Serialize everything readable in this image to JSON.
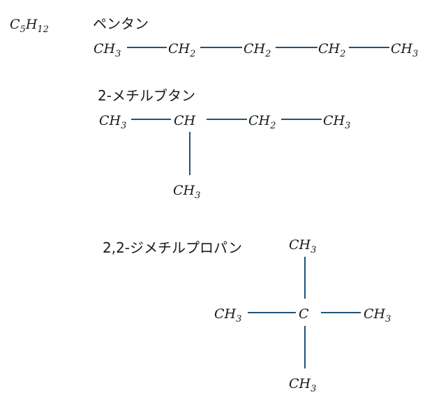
{
  "molecular_formula": {
    "base": [
      "C",
      "H"
    ],
    "subs": [
      "5",
      "12"
    ]
  },
  "isomers": [
    {
      "name": "ペンタン",
      "atoms": [
        {
          "base": "CH",
          "sub": "3"
        },
        {
          "base": "CH",
          "sub": "2"
        },
        {
          "base": "CH",
          "sub": "2"
        },
        {
          "base": "CH",
          "sub": "2"
        },
        {
          "base": "CH",
          "sub": "3"
        }
      ]
    },
    {
      "name": "2-メチルブタン",
      "atoms": [
        {
          "base": "CH",
          "sub": "3"
        },
        {
          "base": "CH",
          "sub": ""
        },
        {
          "base": "CH",
          "sub": "2"
        },
        {
          "base": "CH",
          "sub": "3"
        },
        {
          "base": "CH",
          "sub": "3"
        }
      ]
    },
    {
      "name": "2,2-ジメチルプロパン",
      "atoms": [
        {
          "base": "CH",
          "sub": "3"
        },
        {
          "base": "CH",
          "sub": "3"
        },
        {
          "base": "C",
          "sub": ""
        },
        {
          "base": "CH",
          "sub": "3"
        },
        {
          "base": "CH",
          "sub": "3"
        }
      ]
    }
  ],
  "colors": {
    "bond": "#1f5478",
    "text": "#1a1a1a"
  }
}
